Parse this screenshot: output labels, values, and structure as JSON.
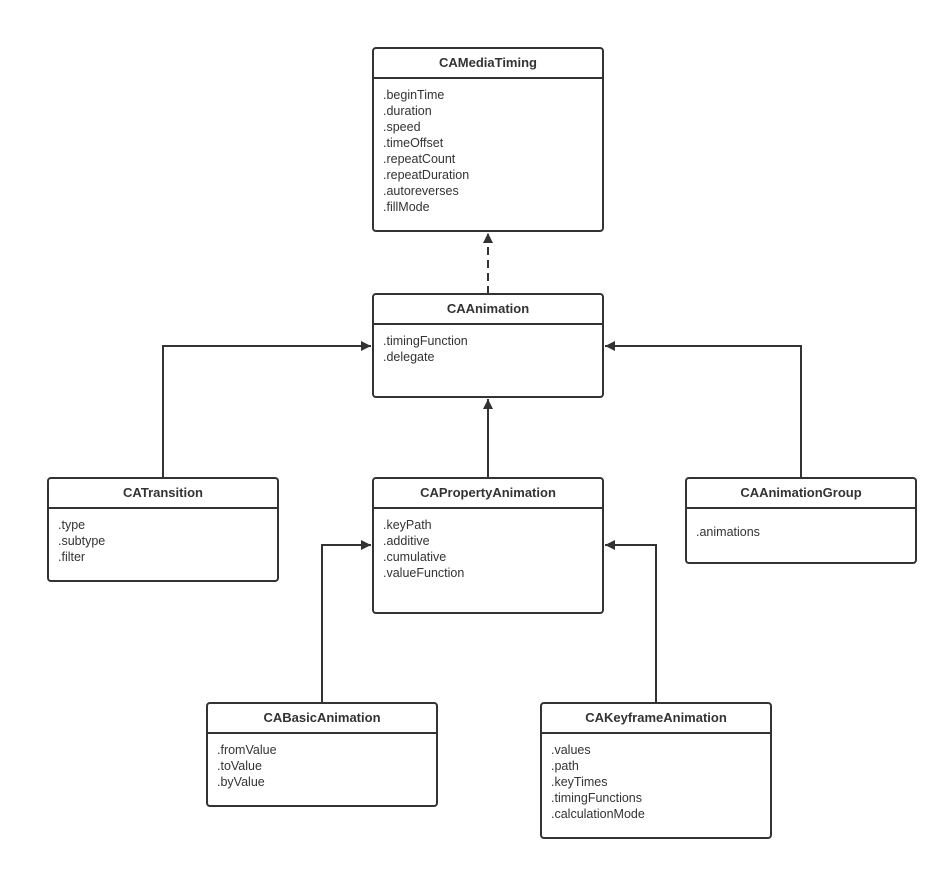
{
  "classes": {
    "media_timing": {
      "name": "CAMediaTiming",
      "properties": [
        ".beginTime",
        ".duration",
        ".speed",
        ".timeOffset",
        ".repeatCount",
        ".repeatDuration",
        ".autoreverses",
        ".fillMode"
      ]
    },
    "animation": {
      "name": "CAAnimation",
      "properties": [
        ".timingFunction",
        ".delegate"
      ]
    },
    "transition": {
      "name": "CATransition",
      "properties": [
        ".type",
        ".subtype",
        ".filter"
      ]
    },
    "property_animation": {
      "name": "CAPropertyAnimation",
      "properties": [
        ".keyPath",
        ".additive",
        ".cumulative",
        ".valueFunction"
      ]
    },
    "animation_group": {
      "name": "CAAnimationGroup",
      "properties": [
        ".animations"
      ]
    },
    "basic_animation": {
      "name": "CABasicAnimation",
      "properties": [
        ".fromValue",
        ".toValue",
        ".byValue"
      ]
    },
    "keyframe_animation": {
      "name": "CAKeyframeAnimation",
      "properties": [
        ".values",
        ".path",
        ".keyTimes",
        ".timingFunctions",
        ".calculationMode"
      ]
    }
  },
  "relations": [
    {
      "from": "CAAnimation",
      "to": "CAMediaTiming",
      "kind": "realization"
    },
    {
      "from": "CATransition",
      "to": "CAAnimation",
      "kind": "inheritance"
    },
    {
      "from": "CAPropertyAnimation",
      "to": "CAAnimation",
      "kind": "inheritance"
    },
    {
      "from": "CAAnimationGroup",
      "to": "CAAnimation",
      "kind": "inheritance"
    },
    {
      "from": "CABasicAnimation",
      "to": "CAPropertyAnimation",
      "kind": "inheritance"
    },
    {
      "from": "CAKeyframeAnimation",
      "to": "CAPropertyAnimation",
      "kind": "inheritance"
    }
  ],
  "colors": {
    "line": "#333333",
    "background": "#ffffff",
    "text": "#333333"
  }
}
